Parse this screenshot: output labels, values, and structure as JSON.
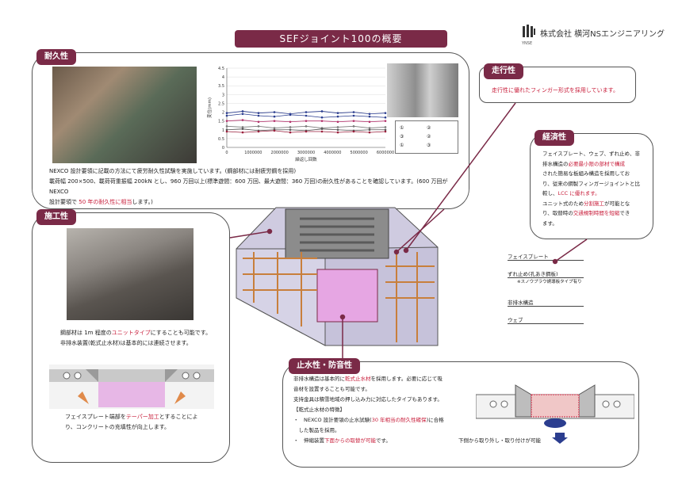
{
  "header": {
    "title": "SEFジョイント100の概要",
    "company": "株式会社 横河NSエンジニアリング",
    "logo_sub": "YNSE"
  },
  "durability": {
    "tag": "耐久性",
    "text": [
      [
        "NEXCO 設計要領に記載の方法にて疲労耐久性試験を実施しています。(鋼部材には耐疲労鋼を採用)"
      ],
      [
        "載荷幅 200×500、載荷荷重振幅 200kN とし、960 万回以上(標準遊間：600 万回、最大遊間：360 万回)の耐久性があることを確認しています。(600 万回が NEXCO"
      ],
      [
        "設計要領で ",
        "50 年の耐久性に相当",
        "します。)"
      ]
    ]
  },
  "chart_data": {
    "type": "line",
    "xlabel": "繰返し回数",
    "ylabel": "変位(mm)",
    "x": [
      0,
      600000,
      1200000,
      1800000,
      2400000,
      3000000,
      3600000,
      4200000,
      4800000,
      5400000,
      6000000
    ],
    "xticks": [
      "0",
      "1000000",
      "2000000",
      "3000000",
      "4000000",
      "5000000",
      "6000000"
    ],
    "ylim": [
      0,
      4.5
    ],
    "yticks": [
      "0",
      "0.5",
      "1",
      "1.5",
      "2",
      "2.5",
      "3",
      "3.5",
      "4",
      "4.5"
    ],
    "series": [
      {
        "name": "①",
        "color": "#2b3d8f",
        "values": [
          1.8,
          1.9,
          1.8,
          1.75,
          1.85,
          1.8,
          1.7,
          1.75,
          1.8,
          1.75,
          1.7
        ]
      },
      {
        "name": "②",
        "color": "#2b3d8f",
        "values": [
          1.95,
          2.05,
          1.95,
          2.0,
          1.9,
          2.0,
          2.05,
          1.95,
          2.0,
          1.9,
          1.95
        ]
      },
      {
        "name": "③",
        "color": "#b3306a",
        "values": [
          1.5,
          1.55,
          1.45,
          1.5,
          1.45,
          1.5,
          1.5,
          1.45,
          1.5,
          1.45,
          1.5
        ]
      },
      {
        "name": "②",
        "color": "#7a7a7a",
        "values": [
          1.2,
          1.15,
          1.2,
          1.1,
          1.15,
          1.2,
          1.1,
          1.15,
          1.2,
          1.1,
          1.15
        ]
      },
      {
        "name": "①",
        "color": "#555555",
        "values": [
          1.0,
          1.05,
          0.95,
          1.0,
          1.0,
          0.95,
          1.05,
          1.0,
          0.95,
          1.0,
          1.0
        ]
      },
      {
        "name": "③",
        "color": "#9a1f3c",
        "values": [
          0.9,
          0.85,
          0.9,
          0.95,
          0.85,
          0.9,
          0.9,
          0.85,
          0.9,
          0.85,
          0.9
        ]
      }
    ],
    "legend": [
      "①",
      "②",
      "③",
      "②",
      "①",
      "③"
    ]
  },
  "travel": {
    "tag": "走行性",
    "text": "走行性に優れたフィンガー形式を採用しています。"
  },
  "economy": {
    "tag": "経済性",
    "lines": [
      [
        "フェイスプレート、ウェブ、ずれ止め、非"
      ],
      [
        "排水構造の",
        "必要最小限の部材で構成"
      ],
      [
        "された簡易な板組み構造を採用してお"
      ],
      [
        "り、従来の鋼製フィンガージョイントと比"
      ],
      [
        "較し、",
        "LCC に優れます。"
      ],
      [
        "ユニット式のため",
        "分割施工",
        "が可能とな"
      ],
      [
        "り、取替時の",
        "交通規制時間を短縮",
        "でき"
      ],
      [
        "ます。"
      ]
    ]
  },
  "construction": {
    "tag": "施工性",
    "lines": [
      [
        "鋼部材は 1m 程度の",
        "ユニットタイプ",
        "にすることも可能です。"
      ],
      [
        "非排水装置(乾式止水材)は基本的には連続させます。"
      ]
    ],
    "lines2": [
      [
        "フェイスプレート端部を",
        "テーパー加工",
        "とすることによ"
      ],
      [
        "り、コンクリートの充填性が向上します。"
      ]
    ]
  },
  "diagram_labels": {
    "face_plate": "フェイスプレート",
    "stud": "ずれ止め(孔あき鋼板)",
    "stud_note": "※スノウプラウ誘導板タイプ有り",
    "drain": "非排水構造",
    "web": "ウェブ"
  },
  "water": {
    "tag": "止水性・防音性",
    "lines": [
      [
        "非排水構造は基本的に",
        "乾式止水材",
        "を採用します。必要に応じて吸"
      ],
      [
        "音材を設置することも可能です。"
      ],
      [
        "支持金具は積雪地域の押し込み力に対応したタイプもあります。"
      ],
      [
        "【乾式止水材の特徴】"
      ],
      [
        "・　NEXCO 設計要領の止水試験(",
        "30 年相当の耐久性確保",
        ")に合格"
      ],
      [
        "　した製品を採用。"
      ],
      [
        "・　伸縮装置",
        "下面からの取替が可能",
        "です。"
      ]
    ],
    "caption": "下側から取り外し・取り付けが可能"
  }
}
